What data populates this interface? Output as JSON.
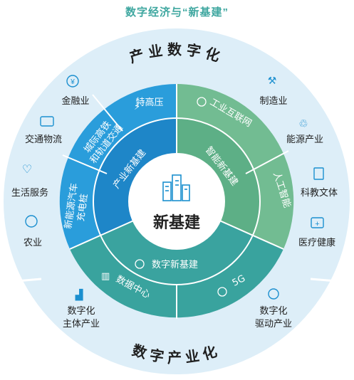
{
  "title": "数字经济与“新基建”",
  "center": {
    "label": "新基建",
    "icon": "buildings-icon"
  },
  "rings": {
    "top_arc": "产业数字化",
    "bottom_arc": "数字产业化"
  },
  "categories": {
    "industry_new_infra": "产业新基建",
    "smart_new_infra": "智能新基建",
    "digital_new_infra": "数字新基建"
  },
  "segments": {
    "uhv": "特高压",
    "intercity_rail_line1": "城际高铁",
    "intercity_rail_line2": "和轨道交通",
    "ev_charging_line1": "新能源汽车",
    "ev_charging_line2": "充电桩",
    "industrial_internet": "工业互联网",
    "ai": "人工智能",
    "data_center": "数据中心",
    "fiveg": "5G"
  },
  "outer_items": {
    "finance": "金融业",
    "logistics": "交通物流",
    "life_services": "生活服务",
    "agriculture": "农业",
    "manufacturing": "制造业",
    "energy": "能源产业",
    "science_culture": "科教文体",
    "healthcare": "医疗健康",
    "digital_main_line1": "数字化",
    "digital_main_line2": "主体产业",
    "digital_driver_line1": "数字化",
    "digital_driver_line2": "驱动产业"
  },
  "colors": {
    "title": "#3fa7a0",
    "outer_ring": "#ddeef8",
    "blue_inner": "#1e86c8",
    "blue_outer": "#2a9ddb",
    "green_inner": "#5daf86",
    "green_outer": "#72bc92",
    "teal": "#39a39e",
    "center": "#ffffff",
    "icon": "#1b8fcf"
  }
}
